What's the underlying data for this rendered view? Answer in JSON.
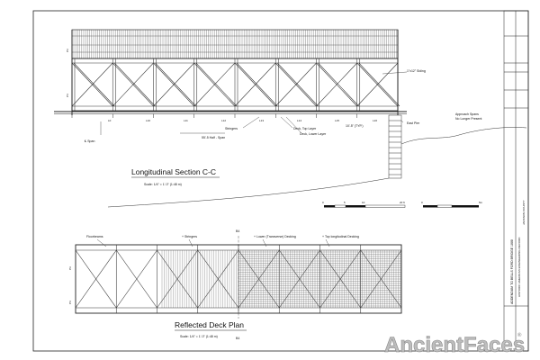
{
  "drawing": {
    "top_view": {
      "labels": {
        "siding": "1\"x12\" Siding",
        "approach_spans": "Approach Spans",
        "no_longer_present": "No Longer Present",
        "east_pier": "East Pier",
        "stringers": "Stringers",
        "deck_top": "Deck, Top Layer",
        "deck_lower": "Deck, Lower Layer",
        "panel_typ": "10'-5\" (TYP.)",
        "center_span": "℄ Span",
        "half_span": "55'-5 Half - Span"
      },
      "panel_marks": [
        "L0",
        "L10",
        "L11",
        "L12",
        "L13",
        "L14",
        "L15",
        "L16"
      ],
      "side_marks": [
        "P3",
        "P4"
      ]
    },
    "section": {
      "title": "Longitudinal Section C-C",
      "scale": "Scale: 1/4\" = 1'-0\" (1:48 m)",
      "bar_ft": [
        "0",
        "5",
        "10",
        "20 ft"
      ],
      "bar_m": [
        "0",
        "5m"
      ]
    },
    "plan": {
      "title": "Reflected Deck Plan",
      "scale": "Scale: 1/4\" = 1'-0\" (1:48 m)",
      "labels": {
        "floorbeams": "Floorbeams",
        "stringers": "+ Stringers",
        "lower_decking": "+ Lower (Transverse) Decking",
        "top_decking": "+ Top longitudinal Decking"
      },
      "section_mark_top": "B4",
      "section_mark_bottom": "B4",
      "side_marks": [
        "P3",
        "P4"
      ]
    },
    "title_block": {
      "main": "ADDENDUM TO BELLS FORD BRIDGE 1888",
      "sub": "HISTORIC AMERICAN ENGINEERING RECORD",
      "small": "JACKSON COUNTY"
    }
  },
  "watermark": {
    "text": "AncientFaces",
    "registered": "®"
  }
}
